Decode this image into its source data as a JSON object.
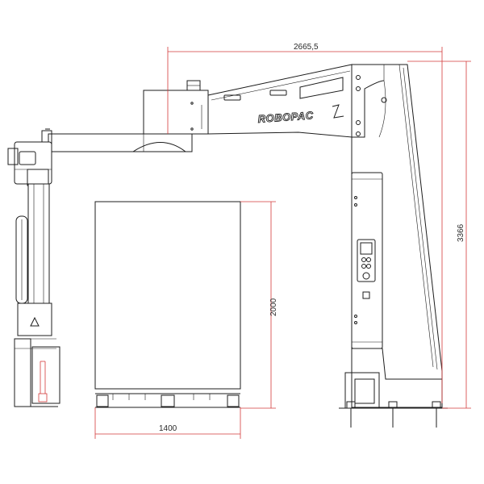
{
  "brand": {
    "logo_text": "ROBOPAC"
  },
  "dimensions": {
    "arm_reach": "2665,5",
    "total_height": "3366",
    "load_height": "2000",
    "load_width": "1400"
  },
  "colors": {
    "line": "#1c1c1c",
    "dimension_line": "#d33a3a",
    "background": "#ffffff"
  }
}
